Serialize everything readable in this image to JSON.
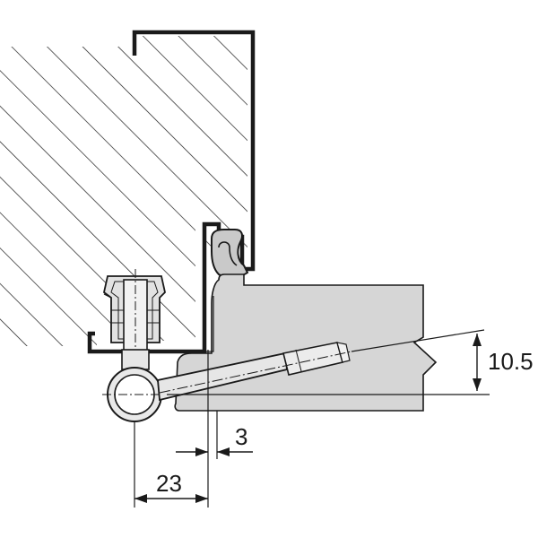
{
  "dimensions": {
    "offset_23": "23",
    "gap_3": "3",
    "angle_rise_10_5": "10.5"
  },
  "colors": {
    "line": "#1a1a1a",
    "frame_fill": "#d6d6d6",
    "hatch": "#1a1a1a",
    "seal_fill": "#c9c9c9"
  }
}
